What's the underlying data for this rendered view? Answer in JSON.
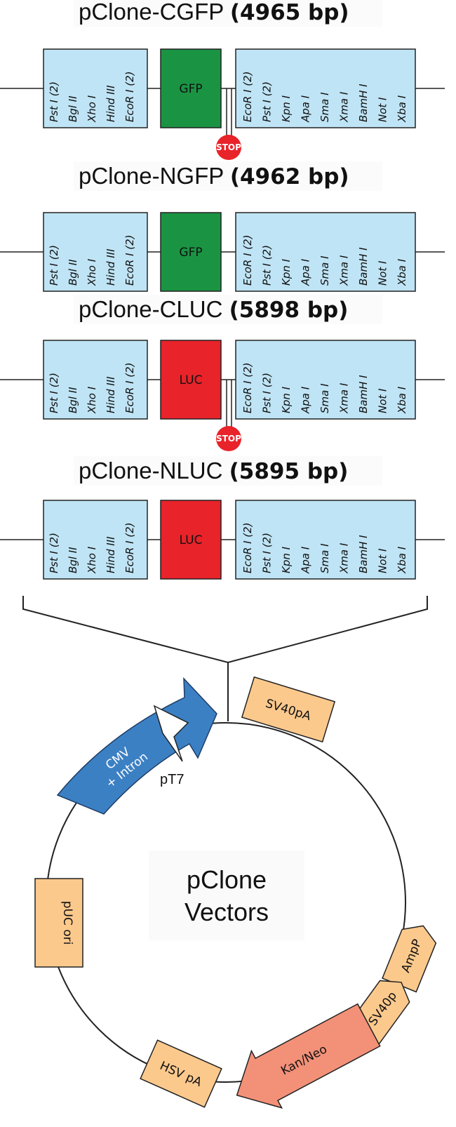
{
  "colors": {
    "mcs_box": "#bfe4f5",
    "gfp": "#1a9443",
    "luc": "#e8232a",
    "stop": "#e8232a",
    "feature": "#fcc98d",
    "cmv": "#3c80c4",
    "kan": "#f39178",
    "outline": "#222222"
  },
  "constructs": [
    {
      "name": "pClone-CGFP",
      "size": "(4965 bp)",
      "gene": "GFP",
      "gene_type": "gfp",
      "stop": true,
      "stop_label": "STOP"
    },
    {
      "name": "pClone-NGFP",
      "size": "(4962 bp)",
      "gene": "GFP",
      "gene_type": "gfp",
      "stop": false,
      "stop_label": ""
    },
    {
      "name": "pClone-CLUC",
      "size": "(5898 bp)",
      "gene": "LUC",
      "gene_type": "luc",
      "stop": true,
      "stop_label": "STOP"
    },
    {
      "name": "pClone-NLUC",
      "size": "(5895 bp)",
      "gene": "LUC",
      "gene_type": "luc",
      "stop": false,
      "stop_label": ""
    }
  ],
  "left_sites": [
    "Pst I (2)",
    "Bgl II",
    "Xho I",
    "Hind III",
    "EcoR I (2)"
  ],
  "right_sites": [
    "EcoR I (2)",
    "Pst I (2)",
    "Kpn I",
    "Apa I",
    "Sma I",
    "Xma I",
    "BamH I",
    "Not I",
    "Xba I"
  ],
  "plasmid": {
    "name_line1": "pClone",
    "name_line2": "Vectors",
    "features": {
      "cmv_line1": "CMV",
      "cmv_line2": "+ Intron",
      "pt7": "pT7",
      "sv40pa": "SV40pA",
      "ampp": "AmpP",
      "sv40p": "SV40p",
      "kanneo": "Kan/Neo",
      "hsvpa": "HSV pA",
      "puc": "pUC ori"
    }
  }
}
